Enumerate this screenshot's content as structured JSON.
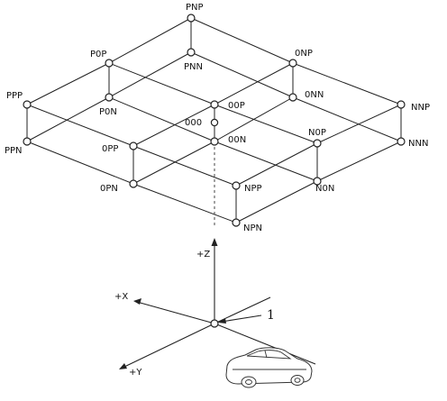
{
  "diagram": {
    "nodes": [
      {
        "id": "PNP",
        "label": "PNP"
      },
      {
        "id": "P0P",
        "label": "P0P"
      },
      {
        "id": "0NP",
        "label": "0NP"
      },
      {
        "id": "PNN",
        "label": "PNN"
      },
      {
        "id": "PPP",
        "label": "PPP"
      },
      {
        "id": "P0N",
        "label": "P0N"
      },
      {
        "id": "00P",
        "label": "00P"
      },
      {
        "id": "0NN",
        "label": "0NN"
      },
      {
        "id": "NNP",
        "label": "NNP"
      },
      {
        "id": "000",
        "label": "000"
      },
      {
        "id": "00N",
        "label": "00N"
      },
      {
        "id": "N0P",
        "label": "N0P"
      },
      {
        "id": "PPN",
        "label": "PPN"
      },
      {
        "id": "0PP",
        "label": "0PP"
      },
      {
        "id": "NNN",
        "label": "NNN"
      },
      {
        "id": "0PN",
        "label": "0PN"
      },
      {
        "id": "NPP",
        "label": "NPP"
      },
      {
        "id": "N0N",
        "label": "N0N"
      },
      {
        "id": "NPN",
        "label": "NPN"
      }
    ],
    "axes": {
      "z": "+Z",
      "x": "+X",
      "y": "+Y"
    },
    "callout": "1",
    "icons": {
      "vehicle": "car-icon"
    }
  }
}
